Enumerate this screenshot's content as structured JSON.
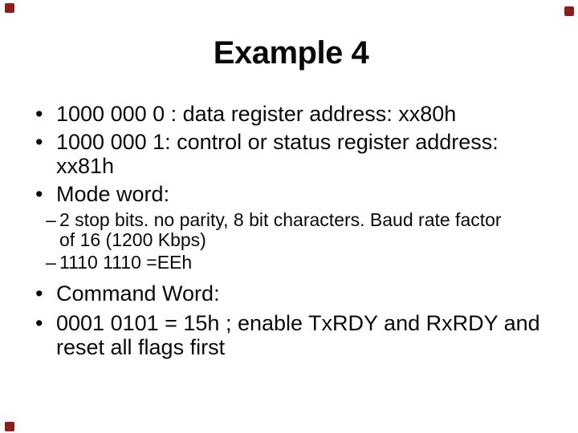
{
  "slide": {
    "title": "Example 4",
    "bullets": [
      {
        "level": 1,
        "marker": "•",
        "lines": [
          "1000 000 0 : data register address: xx80h"
        ]
      },
      {
        "level": 1,
        "marker": "•",
        "lines": [
          "1000 000 1: control or status register address:",
          "xx81h"
        ]
      },
      {
        "level": 1,
        "marker": "•",
        "lines": [
          "Mode word:"
        ]
      },
      {
        "level": 2,
        "marker": "–",
        "lines": [
          "2 stop bits. no parity, 8 bit characters. Baud rate factor",
          "of 16 (1200 Kbps)"
        ]
      },
      {
        "level": 2,
        "marker": "–",
        "lines": [
          "1110 1110 =EEh"
        ]
      },
      {
        "level": 1,
        "marker": "•",
        "lines": [
          "Command Word:"
        ]
      },
      {
        "level": 1,
        "marker": "•",
        "lines": [
          "0001 0101 = 15h ; enable TxRDY and RxRDY and",
          "reset all flags first"
        ]
      }
    ],
    "text_color": "#0a0a0a",
    "background_color": "#ffffff"
  },
  "decorations": {
    "corner_color": "#8b1d1d",
    "corners": [
      "top-left",
      "top-right",
      "bottom-left"
    ]
  }
}
